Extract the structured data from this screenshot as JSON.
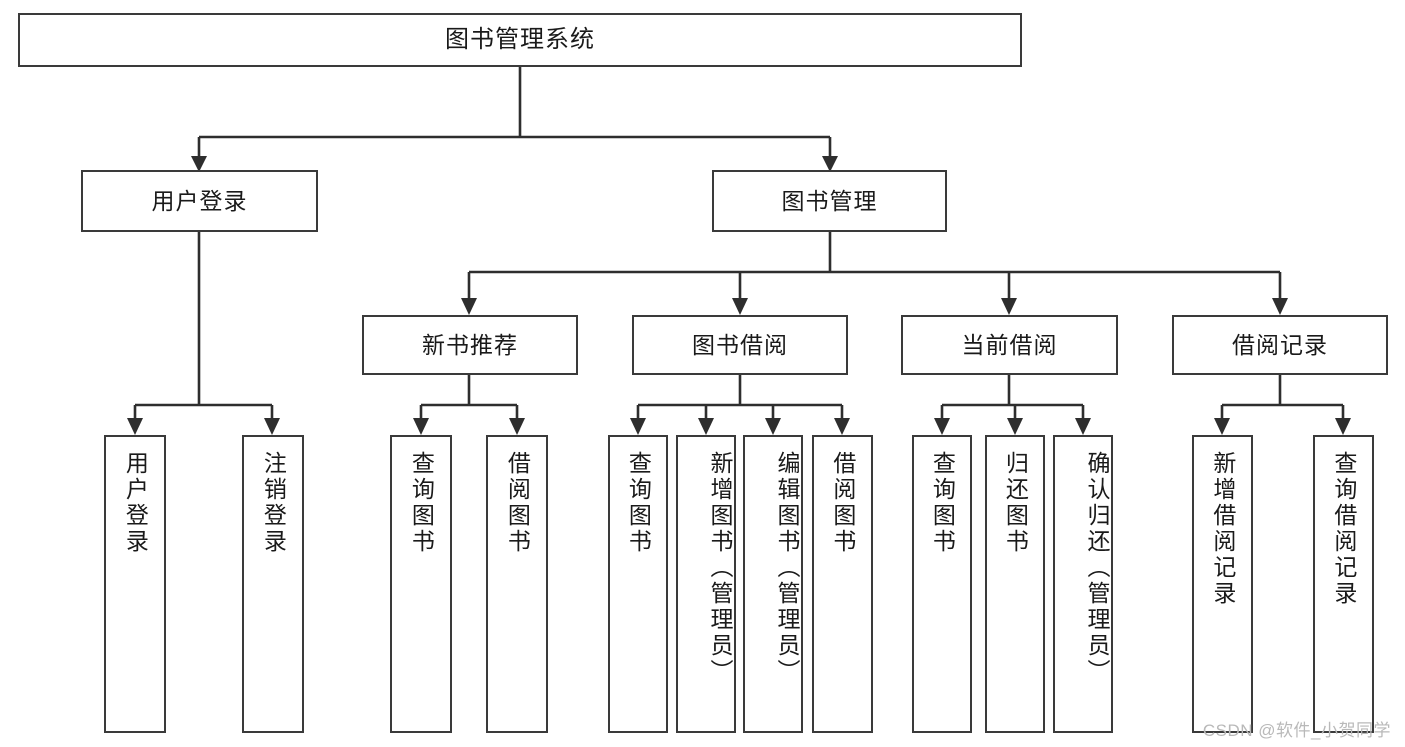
{
  "diagram": {
    "title": "图书管理系统",
    "type": "tree",
    "watermark": "CSDN @软件_小贺同学",
    "palette": {
      "box_border": "#3a3a3a",
      "connector": "#2e2e2e",
      "background": "#ffffff",
      "text": "#1a1a1a",
      "watermark": "#b9b9b9"
    },
    "nodes": {
      "root": {
        "label": "图书管理系统"
      },
      "level2": [
        {
          "label": "用户登录"
        },
        {
          "label": "图书管理"
        }
      ],
      "level3": [
        {
          "label": "新书推荐"
        },
        {
          "label": "图书借阅"
        },
        {
          "label": "当前借阅"
        },
        {
          "label": "借阅记录"
        }
      ],
      "leaves": {
        "user_login": [
          {
            "label": "用户登录"
          },
          {
            "label": "注销登录"
          }
        ],
        "new_book_recommend": [
          {
            "label": "查询图书"
          },
          {
            "label": "借阅图书"
          }
        ],
        "book_borrow": [
          {
            "label": "查询图书"
          },
          {
            "label": "新增图书（管理员）"
          },
          {
            "label": "编辑图书（管理员）"
          },
          {
            "label": "借阅图书"
          }
        ],
        "current_borrow": [
          {
            "label": "查询图书"
          },
          {
            "label": "归还图书"
          },
          {
            "label": "确认归还（管理员）"
          }
        ],
        "borrow_record": [
          {
            "label": "新增借阅记录"
          },
          {
            "label": "查询借阅记录"
          }
        ]
      }
    }
  }
}
